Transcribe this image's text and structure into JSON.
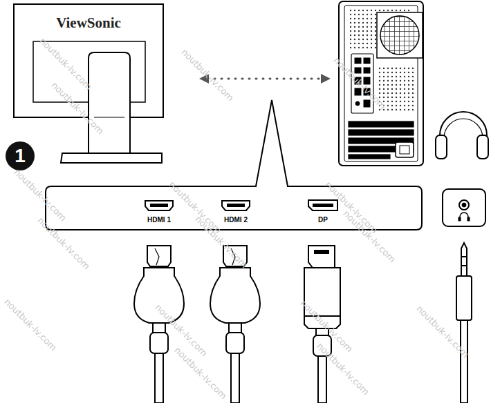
{
  "diagram": {
    "nodes": [
      {
        "text": [
          "ViewSonic"
        ]
      },
      {
        "text": [
          "1"
        ]
      },
      {
        "text": [
          "HDMI 1",
          "HDMI 2",
          "DP"
        ]
      }
    ],
    "labels": [
      "noutbuk-lv.com",
      "noutbuk-lv.com",
      "noutbuk-lv.com",
      "noutbuk-lv.com",
      "noutbuk-lv.com",
      "noutbuk-lv.com",
      "noutbuk-lv.com",
      "noutbuk-lv.com",
      "noutbuk-lv.com",
      "noutbuk-lv.com",
      "noutbuk-lv.com",
      "noutbuk-lv.com",
      "noutbuk-lv.com",
      "noutbuk-lv.com",
      "noutbuk-lv.com",
      "noutbuk-lv.com"
    ]
  }
}
